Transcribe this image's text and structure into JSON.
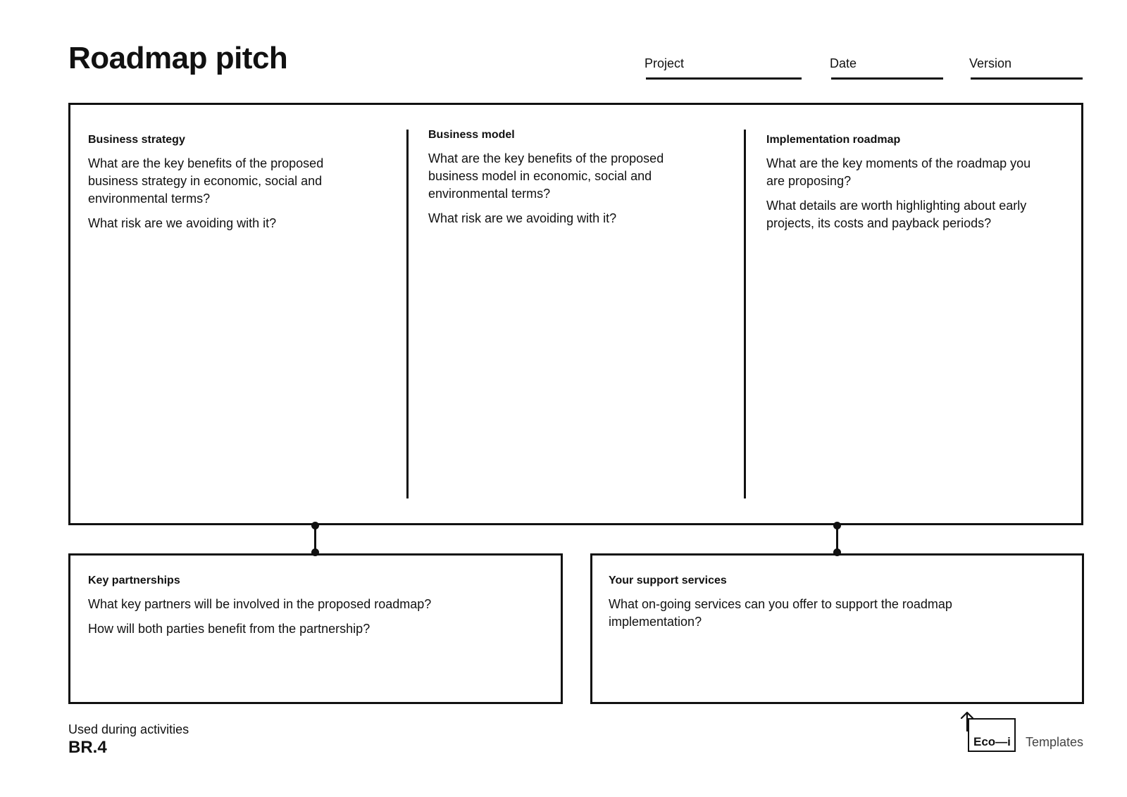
{
  "header": {
    "title": "Roadmap pitch",
    "fields": {
      "project": "Project",
      "date": "Date",
      "version": "Version"
    }
  },
  "sections": {
    "business_strategy": {
      "title": "Business strategy",
      "questions": [
        "What are the key benefits of the proposed business strategy in economic, social and environmental terms?",
        "What risk are we avoiding with it?"
      ]
    },
    "business_model": {
      "title": "Business model",
      "questions": [
        "What are the key benefits of the proposed business model in economic, social and environmental terms?",
        "What risk are we avoiding with it?"
      ]
    },
    "implementation_roadmap": {
      "title": "Implementation roadmap",
      "questions": [
        "What are the key moments of the roadmap you are proposing?",
        "What details are worth highlighting about early projects, its costs and payback periods?"
      ]
    },
    "key_partnerships": {
      "title": "Key partnerships",
      "questions": [
        "What key partners will be involved in the proposed roadmap?",
        "How will both parties benefit from the partnership?"
      ]
    },
    "support_services": {
      "title": "Your support services",
      "questions": [
        "What on-going services can you offer to support the roadmap implementation?"
      ]
    }
  },
  "footer": {
    "used_label": "Used during activities",
    "code": "BR.4",
    "logo_text": "Eco—i",
    "templates_label": "Templates"
  },
  "colors": {
    "ink": "#111111",
    "background": "#ffffff"
  }
}
